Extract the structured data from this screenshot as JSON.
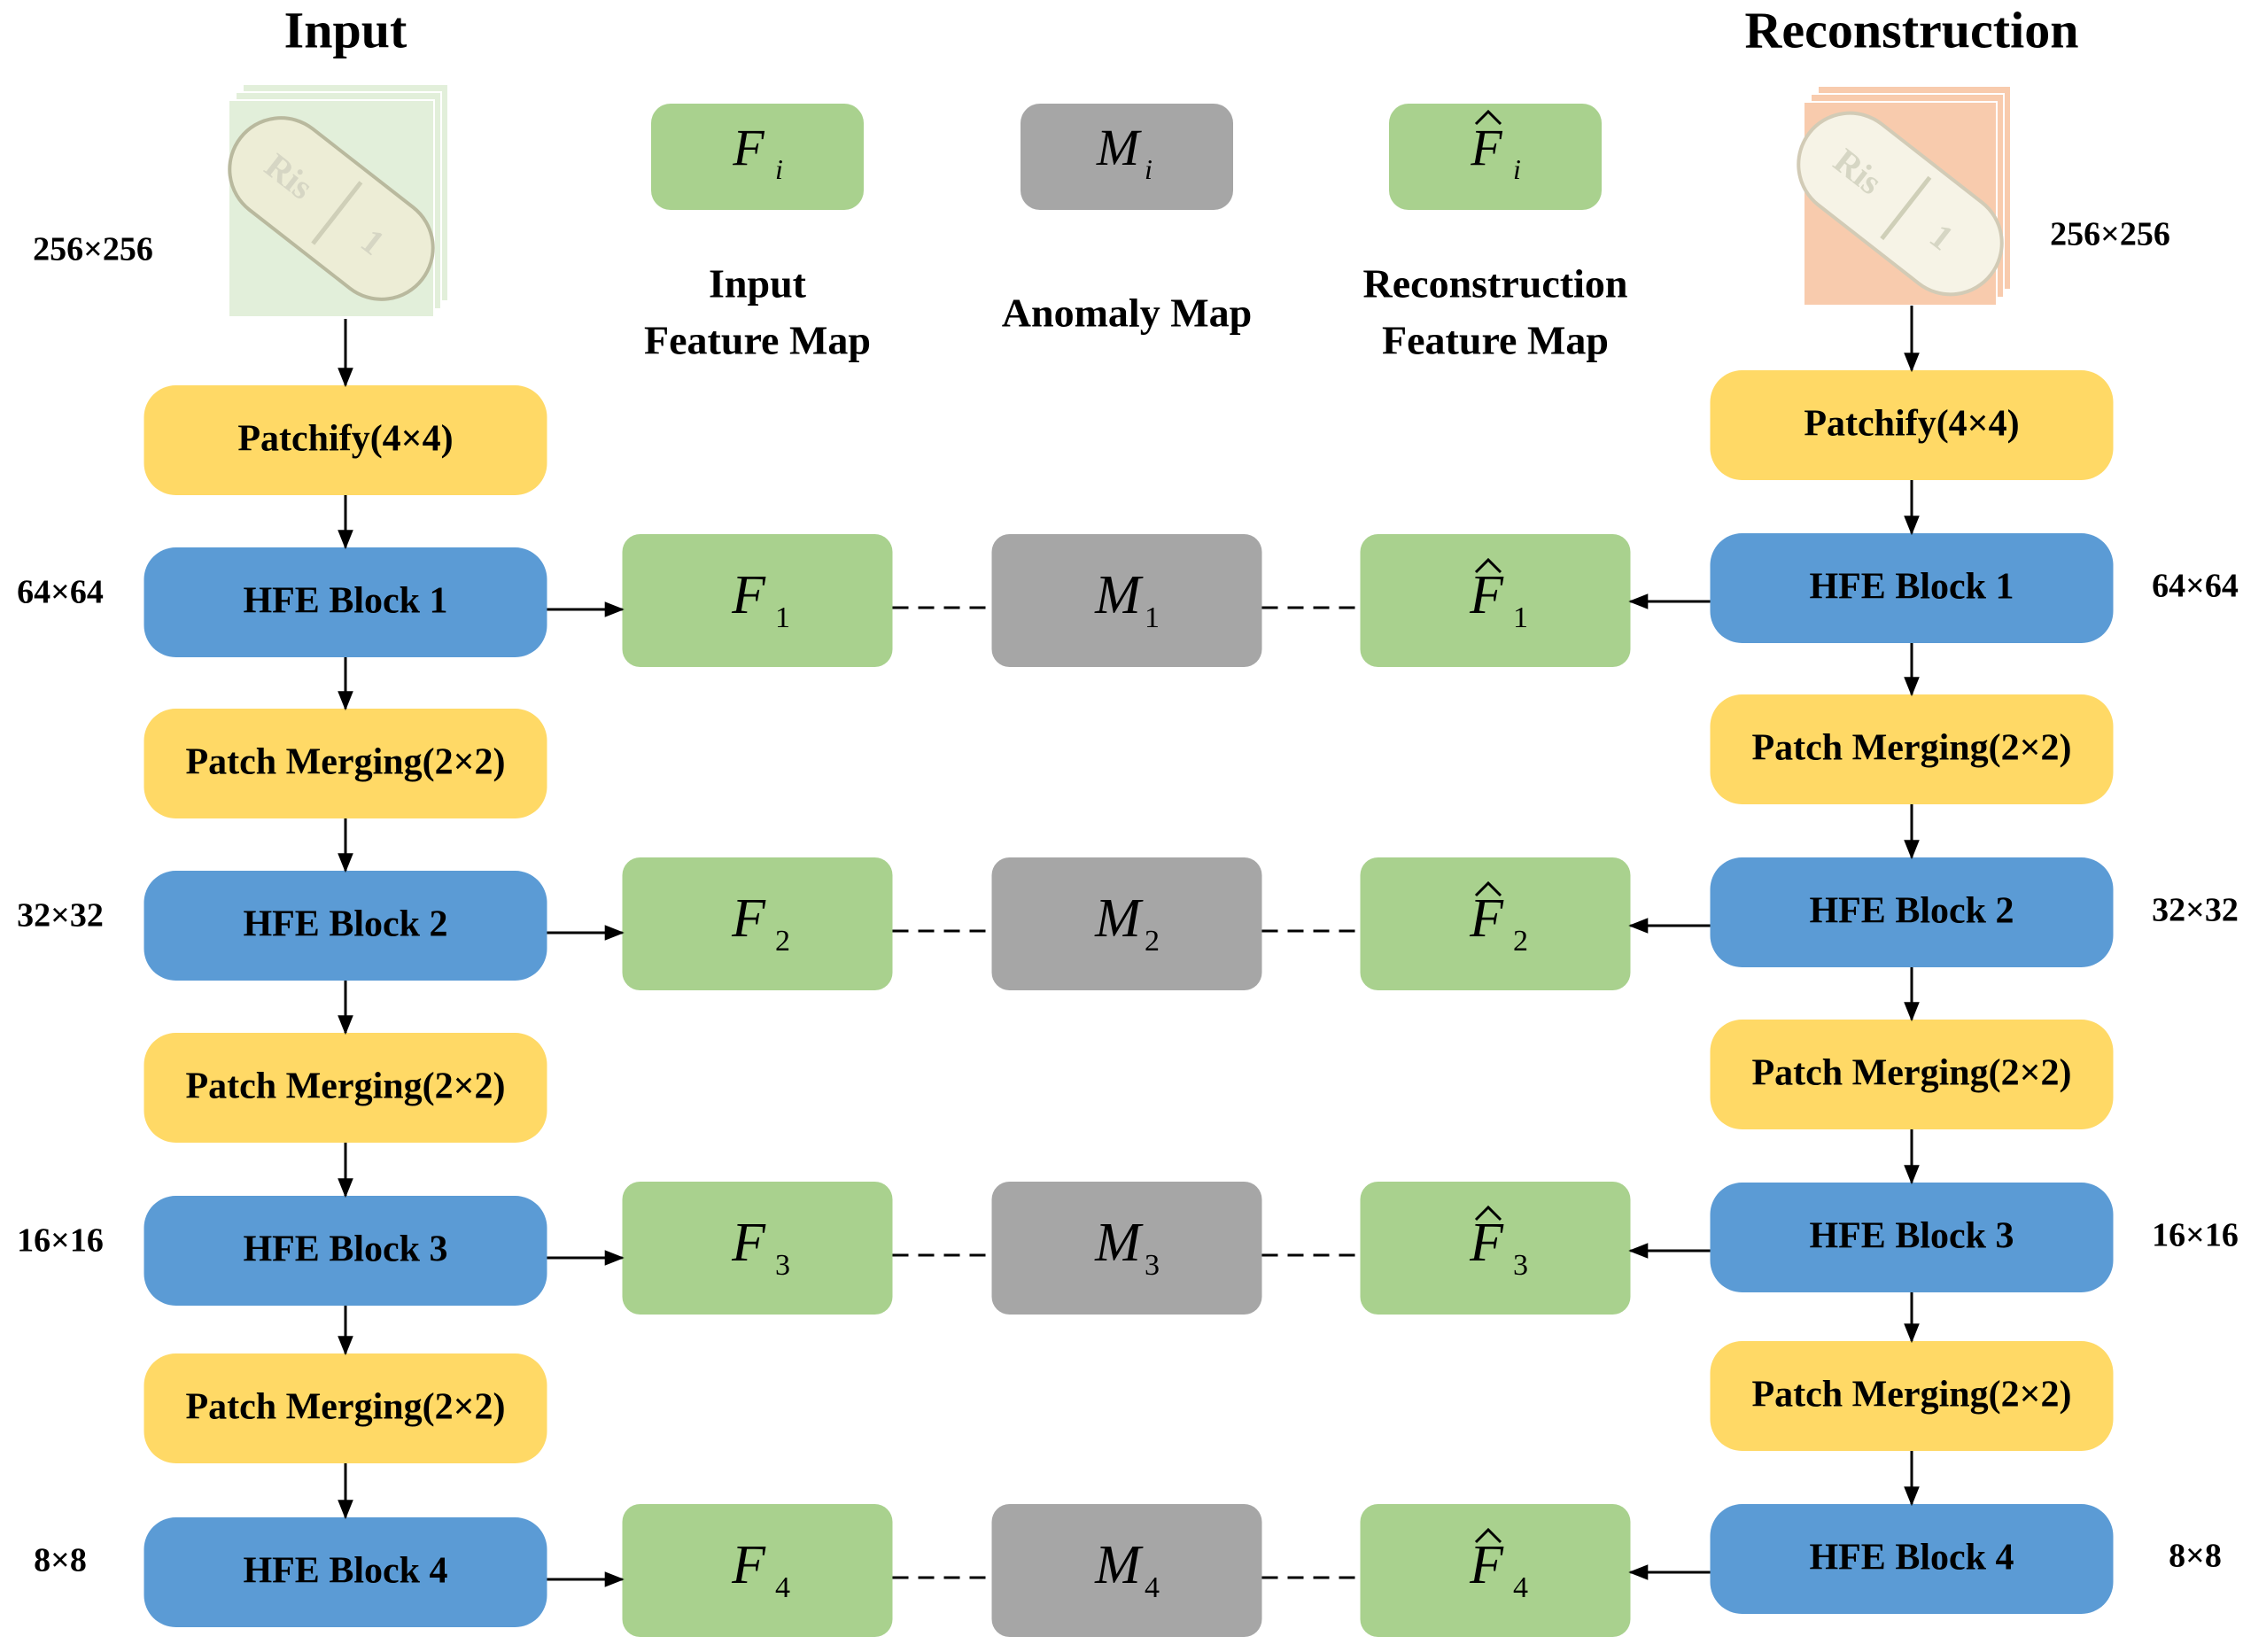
{
  "headings": {
    "input": "Input",
    "reconstruction": "Reconstruction"
  },
  "sizes": {
    "input_image": "256×256",
    "reconstruction_image": "256×256",
    "levels": [
      "64×64",
      "32×32",
      "16×16",
      "8×8"
    ]
  },
  "legend": [
    {
      "symbol": "F",
      "hat": false,
      "index": "i",
      "color": "#a9d18e",
      "label_lines": [
        "Input",
        "Feature Map"
      ]
    },
    {
      "symbol": "M",
      "hat": false,
      "index": "i",
      "color": "#a6a6a6",
      "label_lines": [
        "Anomaly Map"
      ]
    },
    {
      "symbol": "F",
      "hat": true,
      "index": "i",
      "color": "#a9d18e",
      "label_lines": [
        "Reconstruction",
        "Feature Map"
      ]
    }
  ],
  "blocks": {
    "patchify": "Patchify(4×4)",
    "merging": "Patch Merging(2×2)",
    "hfe": [
      "HFE Block 1",
      "HFE Block 2",
      "HFE Block 3",
      "HFE Block 4"
    ]
  },
  "maps": {
    "input_symbol": "F",
    "anomaly_symbol": "M",
    "recon_symbol": "F",
    "indices": [
      "1",
      "2",
      "3",
      "4"
    ]
  },
  "pill_text": [
    "Ris",
    "1"
  ],
  "colors": {
    "hfe": "#5b9bd5",
    "yellow": "#ffd966",
    "green": "#a9d18e",
    "gray": "#a6a6a6",
    "input_tile": "#e2efda",
    "recon_tile": "#f8cbad"
  }
}
